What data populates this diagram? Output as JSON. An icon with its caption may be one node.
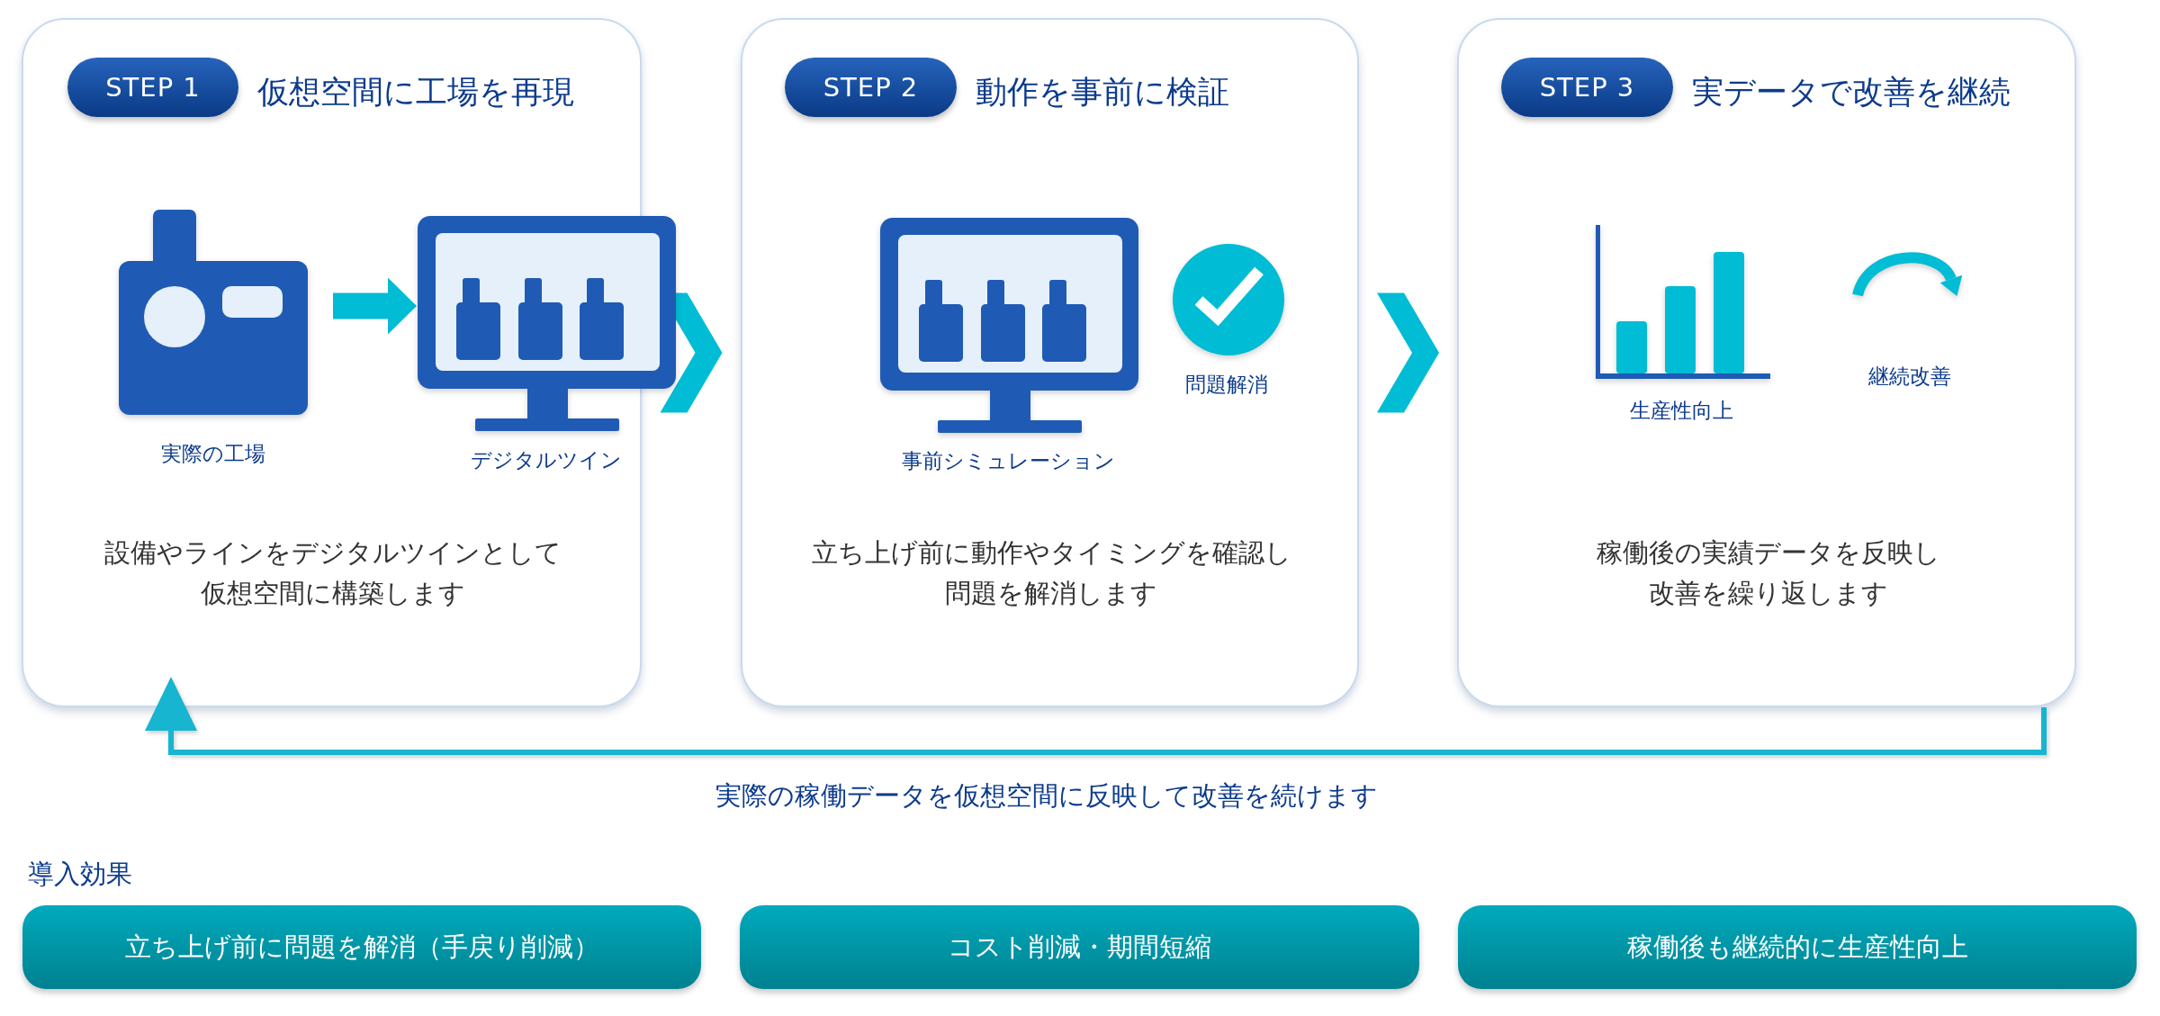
{
  "diagram": {
    "nodes": [
      {
        "text": [
          "仮想空間に工場を再現",
          "設備やラインをデジタルツインとして仮想空間に構築します"
        ]
      },
      {
        "text": [
          "STEP 1"
        ],
        "in": 0
      },
      {
        "text": [],
        "shape": "picture",
        "beside": [
          "実際の工場"
        ],
        "in": 0
      },
      {
        "text": [],
        "shape": "picture",
        "beside": [
          "デジタルツイン"
        ]
      },
      {
        "text": [
          "動作を事前に検証",
          "立ち上げ前に動作やタイミングを確認し問題を解消します"
        ]
      },
      {
        "text": [
          "STEP 2"
        ],
        "in": 4
      },
      {
        "text": [],
        "shape": "picture",
        "beside": [
          "事前シミュレーション"
        ],
        "in": 4
      },
      {
        "text": [],
        "shape": "picture",
        "beside": [
          "問題解消"
        ],
        "in": 4
      },
      {
        "text": [
          "実データで改善を継続",
          "稼働後の実績データを反映し改善を繰り返します"
        ]
      },
      {
        "text": [
          "STEP 3"
        ],
        "in": 8
      },
      {
        "text": [],
        "shape": "picture",
        "beside": [
          "生産性向上"
        ],
        "in": 8
      },
      {
        "text": [],
        "shape": "picture",
        "beside": [
          "継続改善"
        ],
        "in": 8
      },
      {
        "text": [
          "立ち上げ前に問題を解消（手戻り削減）"
        ]
      },
      {
        "text": [
          "コスト削減・期間短縮"
        ]
      },
      {
        "text": [
          "稼働後も継続的に生産性向上"
        ]
      }
    ],
    "edges": [
      {
        "from": 2,
        "to": 3,
        "arrow": "to",
        "style": "thick"
      },
      {
        "from": 0,
        "to": 4,
        "arrow": "to"
      },
      {
        "from": 4,
        "to": 8,
        "arrow": "to"
      },
      {
        "from": 8,
        "to": 0,
        "arrow": "to",
        "label": "実際の稼働データを仮想空間に反映して改善を続けます"
      }
    ],
    "labels": [
      "導入効果"
    ]
  }
}
